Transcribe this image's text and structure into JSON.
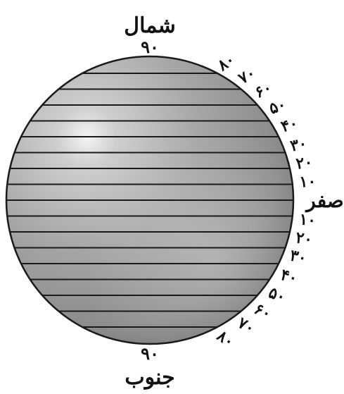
{
  "north": {
    "word": "شمال",
    "degree": "۹۰"
  },
  "south": {
    "word": "جنوب",
    "degree": "۹۰"
  },
  "equator": {
    "word": "صفر"
  },
  "north_latitudes": [
    "۸۰",
    "۷۰",
    "۶۰",
    "۵۰",
    "۴۰",
    "۳۰",
    "۲۰",
    "۱۰"
  ],
  "south_latitudes": [
    "۱۰",
    "۲۰",
    "۳۰",
    "۴۰",
    "۵۰",
    "۶۰",
    "۷۰",
    "۸۰"
  ],
  "latitude_degrees": [
    80,
    70,
    60,
    50,
    40,
    30,
    20,
    10,
    0,
    -10,
    -20,
    -30,
    -40,
    -50,
    -60,
    -70,
    -80
  ],
  "colors": {
    "sphere_light": "#f2f2f2",
    "sphere_mid": "#a9a9a9",
    "sphere_dark": "#5e5e5e",
    "lines": "#1a1a1a",
    "text": "#111111"
  }
}
